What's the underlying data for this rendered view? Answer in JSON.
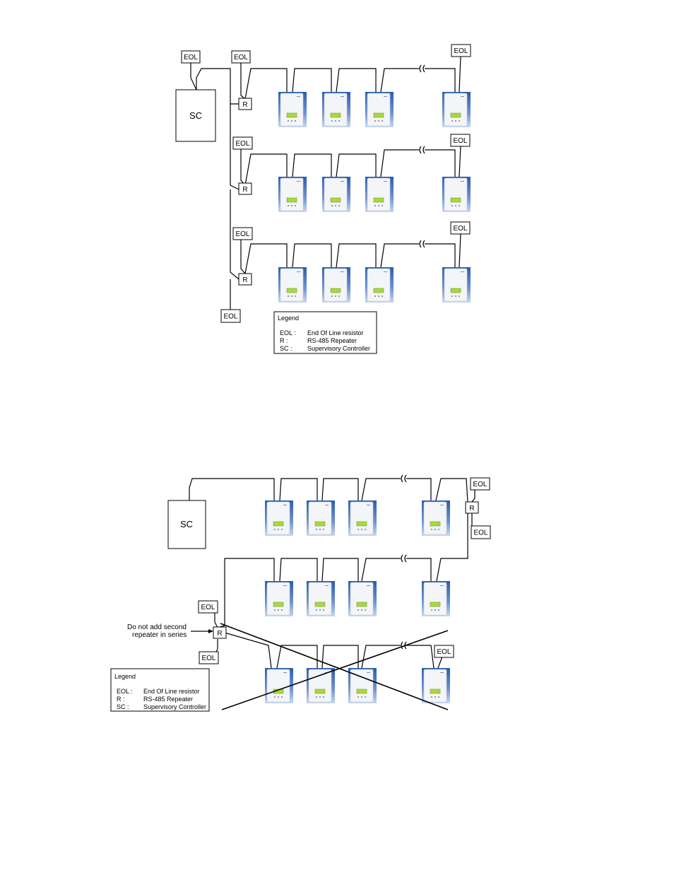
{
  "labels": {
    "eol": "EOL",
    "repeater": "R",
    "supervisory_controller": "SC",
    "warning": [
      "Do not add second",
      "repeater in series"
    ]
  },
  "legend": {
    "title": "Legend",
    "items": [
      {
        "key": "EOL :",
        "value": "End Of Line resistor"
      },
      {
        "key": "R :",
        "value": "RS-485 Repeater"
      },
      {
        "key": "SC :",
        "value": "Supervisory Controller"
      }
    ]
  },
  "colors": {
    "device_border": "#1f4fa0",
    "device_body": "#f3f5f8",
    "device_display": "#a9d93a"
  }
}
